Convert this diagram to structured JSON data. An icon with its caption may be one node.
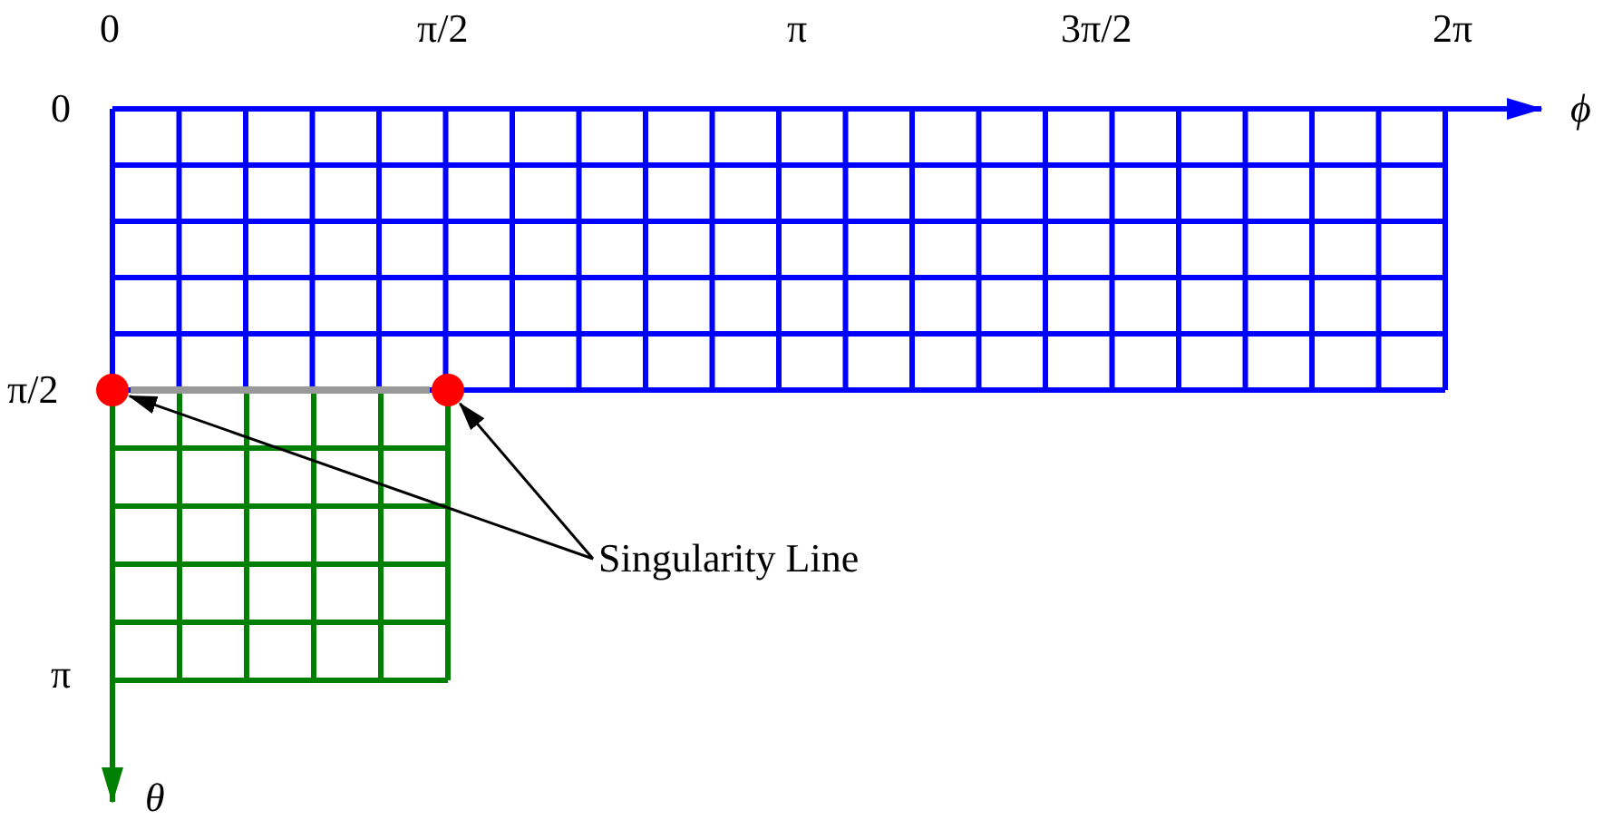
{
  "diagram": {
    "nodes": [
      {
        "text": [
          "Singularity Line"
        ]
      },
      {
        "text": [],
        "shape": "circle"
      },
      {
        "text": [],
        "shape": "circle"
      }
    ],
    "edges": [
      {
        "from": 0,
        "to": 1,
        "arrow": "to"
      },
      {
        "from": 0,
        "to": 2,
        "arrow": "to"
      },
      {
        "from": 1,
        "to": 2,
        "arrow": "none",
        "style": "thick",
        "color": "#999999"
      }
    ],
    "labels": [
      "0",
      "π/2",
      "π",
      "3π/2",
      "2π",
      "0",
      "ϕ",
      "π/2",
      "π",
      "θ"
    ]
  }
}
